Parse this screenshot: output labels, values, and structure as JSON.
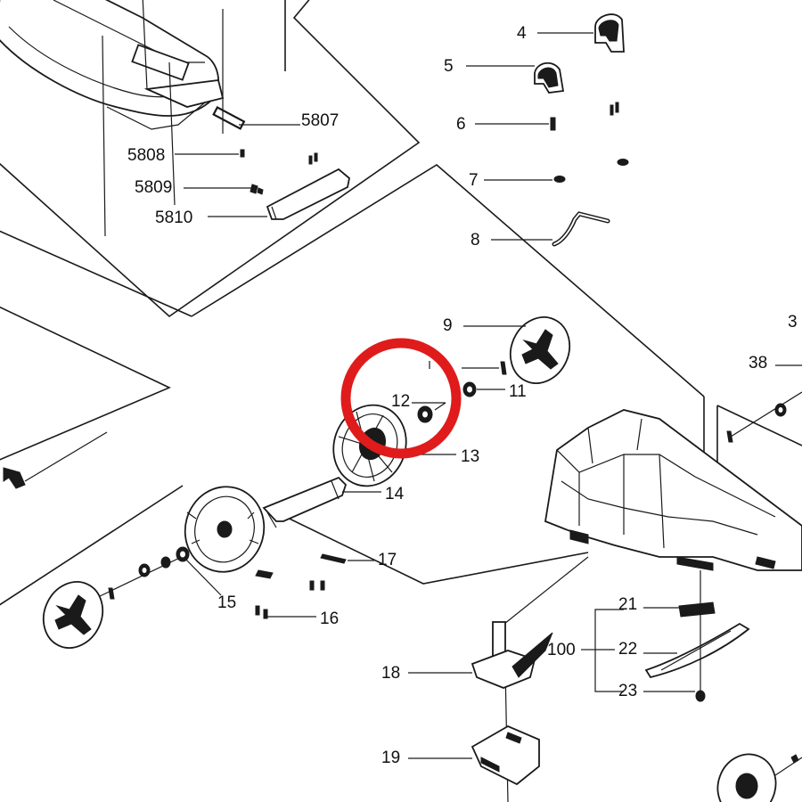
{
  "highlight": {
    "color": "#e01b1b",
    "target_part": "12"
  },
  "callouts": {
    "p4": "4",
    "p5": "5",
    "p6": "6",
    "p7": "7",
    "p8": "8",
    "p9": "9",
    "p11": "11",
    "p12": "12",
    "p13": "13",
    "p14": "14",
    "p15": "15",
    "p16": "16",
    "p17": "17",
    "p18": "18",
    "p19": "19",
    "p21": "21",
    "p22": "22",
    "p23": "23",
    "p38": "38",
    "p3x": "3",
    "p100": "100",
    "p5807": "5807",
    "p5808": "5808",
    "p5809": "5809",
    "p5810": "5810"
  }
}
